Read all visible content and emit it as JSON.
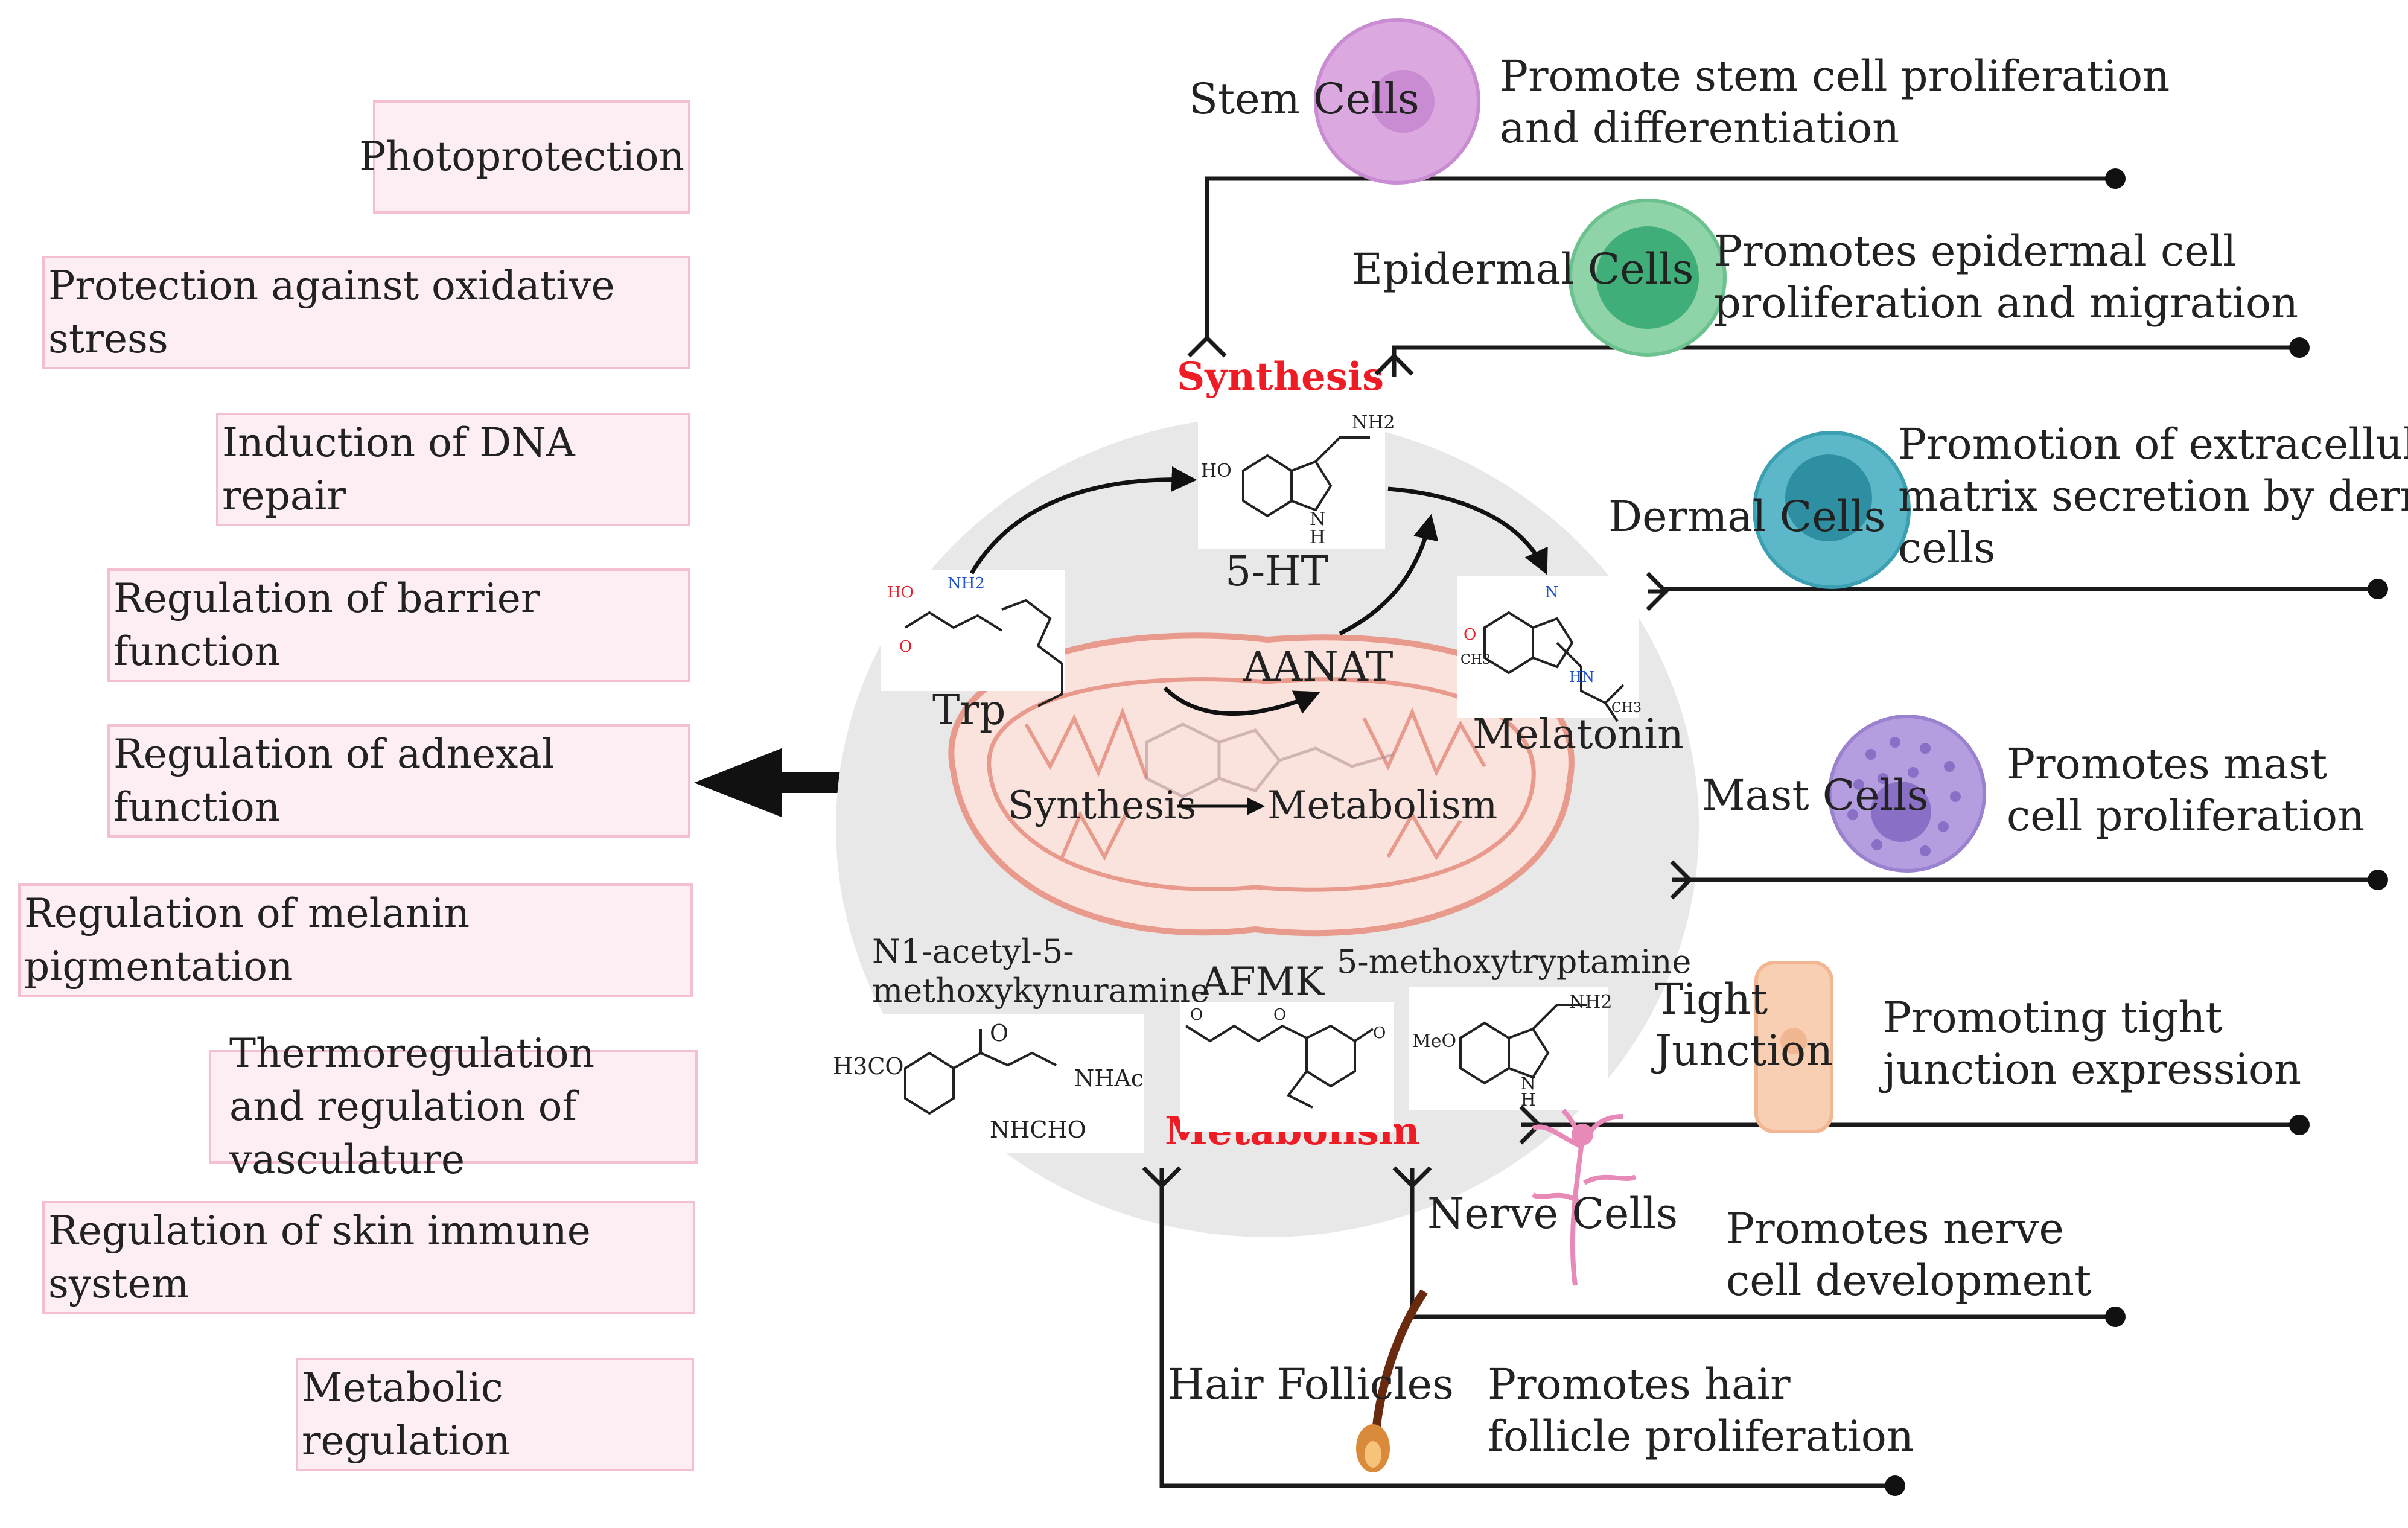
{
  "functions": [
    "Photoprotection",
    "Protection against oxidative stress",
    "Induction of DNA repair",
    "Regulation of barrier function",
    "Regulation of adnexal function",
    "Regulation of melanin pigmentation",
    "Thermoregulation and regulation of vasculature",
    "Regulation of skin immune system",
    "Metabolic regulation"
  ],
  "center": {
    "synthesis_label": "Synthesis",
    "metabolism_label": "Metabolism",
    "mito_synthesis": "Synthesis",
    "mito_metabolism": "Metabolism",
    "molecules": {
      "trp": "Trp",
      "serotonin": "5-HT",
      "aanat": "AANAT",
      "melatonin": "Melatonin",
      "afmk_full_line1": "N1-acetyl-5-",
      "afmk_full_line2": "methoxykynuramine",
      "afmk": "AFMK",
      "mt": "5-methoxytryptamine"
    },
    "chem": {
      "nh2": "NH2",
      "ho": "HO",
      "n": "N",
      "h": "H",
      "o": "O",
      "hn": "HN",
      "ch3": "CH3",
      "h3co": "H3CO",
      "nhac": "NHAc",
      "nhcho": "NHCHO",
      "meo": "MeO"
    }
  },
  "cells": [
    {
      "name": "Stem Cells",
      "effect": [
        "Promote stem cell proliferation",
        "and differentiation"
      ],
      "color": "#dba8e0"
    },
    {
      "name": "Epidermal Cells",
      "effect": [
        "Promotes epidermal cell",
        "proliferation and migration"
      ],
      "color": "#6cc28f"
    },
    {
      "name": "Dermal Cells",
      "effect": [
        "Promotion of extracellular",
        "matrix secretion by dermal",
        "cells"
      ],
      "color": "#5cb8c8"
    },
    {
      "name": "Mast Cells",
      "effect": [
        "Promotes mast",
        "cell proliferation"
      ],
      "color": "#b49ee0"
    },
    {
      "name_lines": [
        "Tight",
        "Junction"
      ],
      "effect": [
        "Promoting tight",
        "junction expression"
      ],
      "color": "#f8cfb3"
    },
    {
      "name": "Nerve Cells",
      "effect": [
        "Promotes nerve",
        "cell development"
      ],
      "color": "#e88ab8"
    },
    {
      "name": "Hair Follicles",
      "effect": [
        "Promotes hair",
        "follicle proliferation"
      ],
      "color": "#6a2a10"
    }
  ],
  "colors": {
    "accent_red": "#ee1c25",
    "center_gray": "#e8e8e8",
    "mito_fill": "#fbe3dd",
    "mito_stroke": "#e89a8c",
    "box_fill": "#fdeef3",
    "box_border": "#f4bfd0"
  }
}
